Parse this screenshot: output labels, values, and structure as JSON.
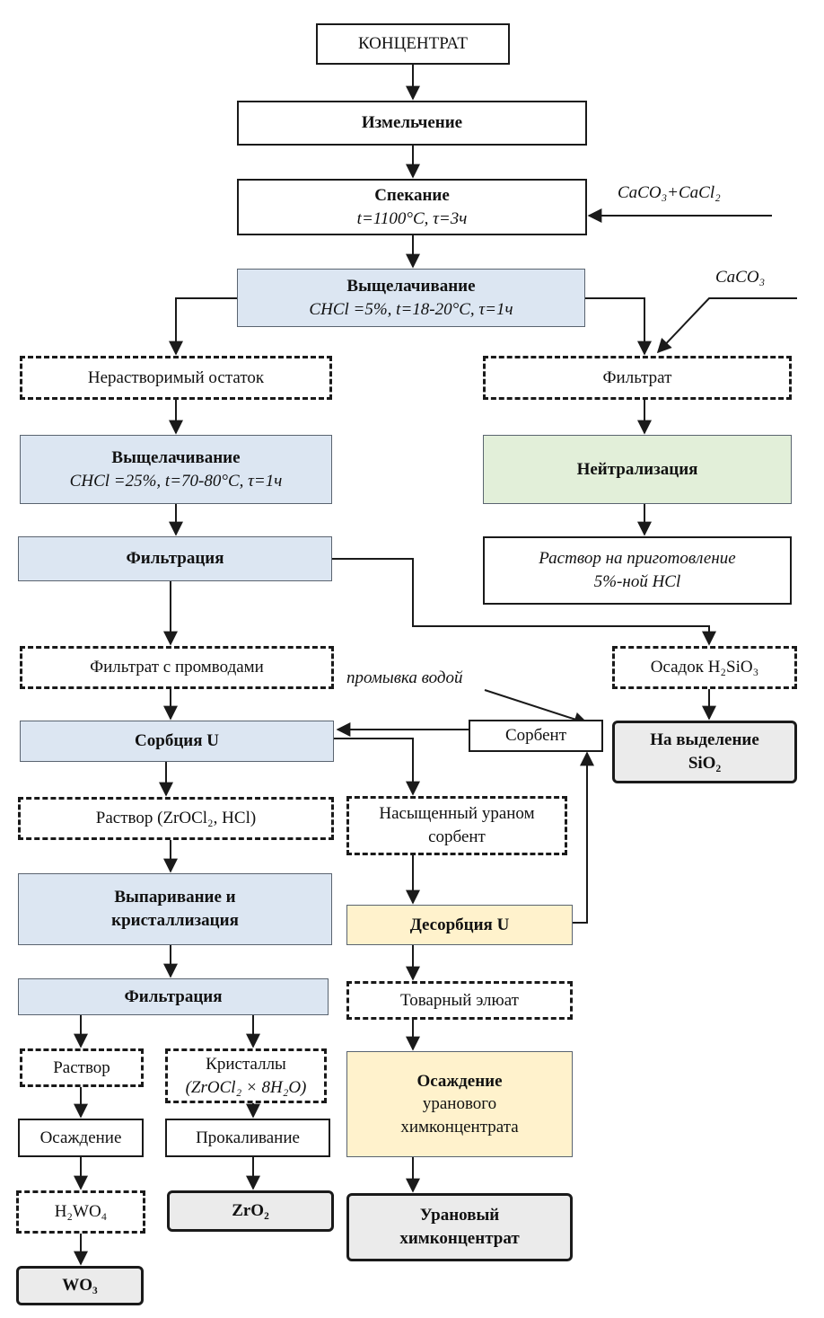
{
  "boxes": {
    "concentrate": "КОНЦЕНТРАТ",
    "grinding": "Измельчение",
    "sintering": {
      "title": "Спекание",
      "params": "t=1100°C, τ=3ч"
    },
    "leaching1": {
      "title": "Выщелачивание",
      "params": "CHCl =5%, t=18-20°C, τ=1ч"
    },
    "insoluble_residue": "Нерастворимый остаток",
    "filtrate": "Фильтрат",
    "leaching2": {
      "title": "Выщелачивание",
      "params": "CHCl =25%, t=70-80°C, τ=1ч"
    },
    "neutralization": "Нейтрализация",
    "hcl_solution": {
      "line1": "Раствор на приготовление",
      "line2": "5%-ной HCl"
    },
    "filtration1": "Фильтрация",
    "filtrate_wash": "Фильтрат с промводами",
    "h2sio3": "Осадок H₂SiO₃",
    "sorption": "Сорбция U",
    "sorbent": "Сорбент",
    "sio2": {
      "line1": "На выделение",
      "line2": "SiO₂"
    },
    "solution_zr": "Раствор (ZrOCl₂, HCl)",
    "saturated_sorbent": {
      "line1": "Насыщенный ураном",
      "line2": "сорбент"
    },
    "evaporation": {
      "line1": "Выпаривание и",
      "line2": "кристаллизация"
    },
    "desorption": "Десорбция U",
    "filtration2": "Фильтрация",
    "eluate": "Товарный элюат",
    "solution": "Раствор",
    "crystals": {
      "line1": "Кристаллы",
      "line2": "(ZrOCl₂ × 8H₂O)"
    },
    "precipitation_u": {
      "line1": "Осаждение",
      "line2": "уранового",
      "line3": "химконцентрата"
    },
    "precipitation": "Осаждение",
    "calcination": "Прокаливание",
    "h2wo4": "H₂WO₄",
    "zro2": "ZrO₂",
    "uranium_concentrate": {
      "line1": "Урановый",
      "line2": "химконцентрат"
    },
    "wo3": "WO₃"
  },
  "labels": {
    "reagent1": "CaCO₃+CaCl₂",
    "reagent2": "CaCO₃",
    "water_wash": "промывка водой"
  },
  "colors": {
    "blue_fill": "#dce6f2",
    "green_fill": "#e2efd9",
    "yellow_fill": "#fff2cc",
    "grey_fill": "#ebebeb"
  }
}
